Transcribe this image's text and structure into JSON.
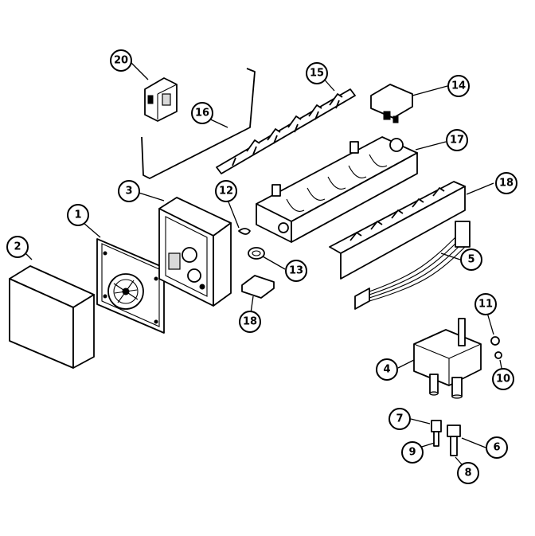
{
  "diagram": {
    "callouts": [
      {
        "id": "c1",
        "label": "1"
      },
      {
        "id": "c2",
        "label": "2"
      },
      {
        "id": "c3",
        "label": "3"
      },
      {
        "id": "c4",
        "label": "4"
      },
      {
        "id": "c5",
        "label": "5"
      },
      {
        "id": "c6",
        "label": "6"
      },
      {
        "id": "c7",
        "label": "7"
      },
      {
        "id": "c8",
        "label": "8"
      },
      {
        "id": "c9",
        "label": "9"
      },
      {
        "id": "c10",
        "label": "10"
      },
      {
        "id": "c11",
        "label": "11"
      },
      {
        "id": "c12",
        "label": "12"
      },
      {
        "id": "c13",
        "label": "13"
      },
      {
        "id": "c14",
        "label": "14"
      },
      {
        "id": "c15",
        "label": "15"
      },
      {
        "id": "c16",
        "label": "16"
      },
      {
        "id": "c17",
        "label": "17"
      },
      {
        "id": "c18a",
        "label": "18"
      },
      {
        "id": "c18b",
        "label": "18"
      },
      {
        "id": "c20",
        "label": "20"
      }
    ]
  }
}
